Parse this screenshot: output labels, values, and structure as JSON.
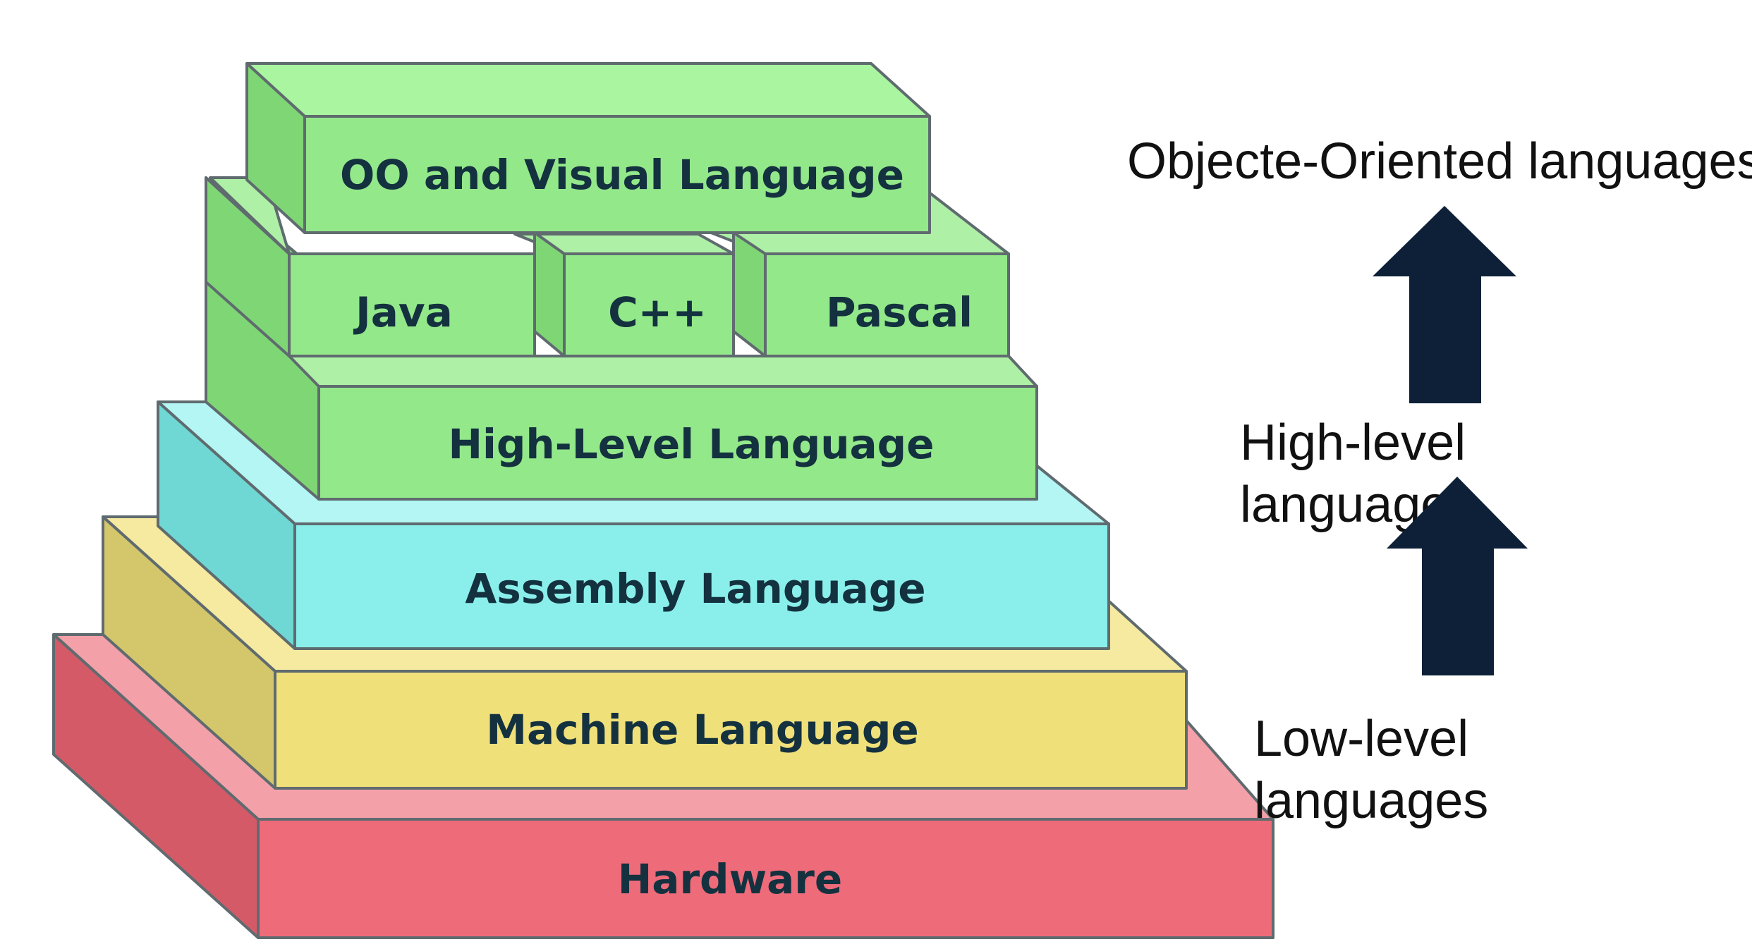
{
  "blocks": {
    "hardware": "Hardware",
    "machine": "Machine Language",
    "assembly": "Assembly Language",
    "high_level": "High-Level Language",
    "java": "Java",
    "cpp": "C++",
    "pascal": "Pascal",
    "oo_visual": "OO and Visual Language"
  },
  "annotations": {
    "oo": "Objecte-Oriented languages",
    "high_line1": "High-level",
    "high_line2": "languages",
    "low_line1": "Low-level",
    "low_line2": "languages"
  },
  "colors": {
    "hardware": "#ee6b7a",
    "machine": "#f0e07a",
    "assembly": "#8aefeb",
    "green": "#93e88a",
    "arrow": "#0d2038"
  }
}
